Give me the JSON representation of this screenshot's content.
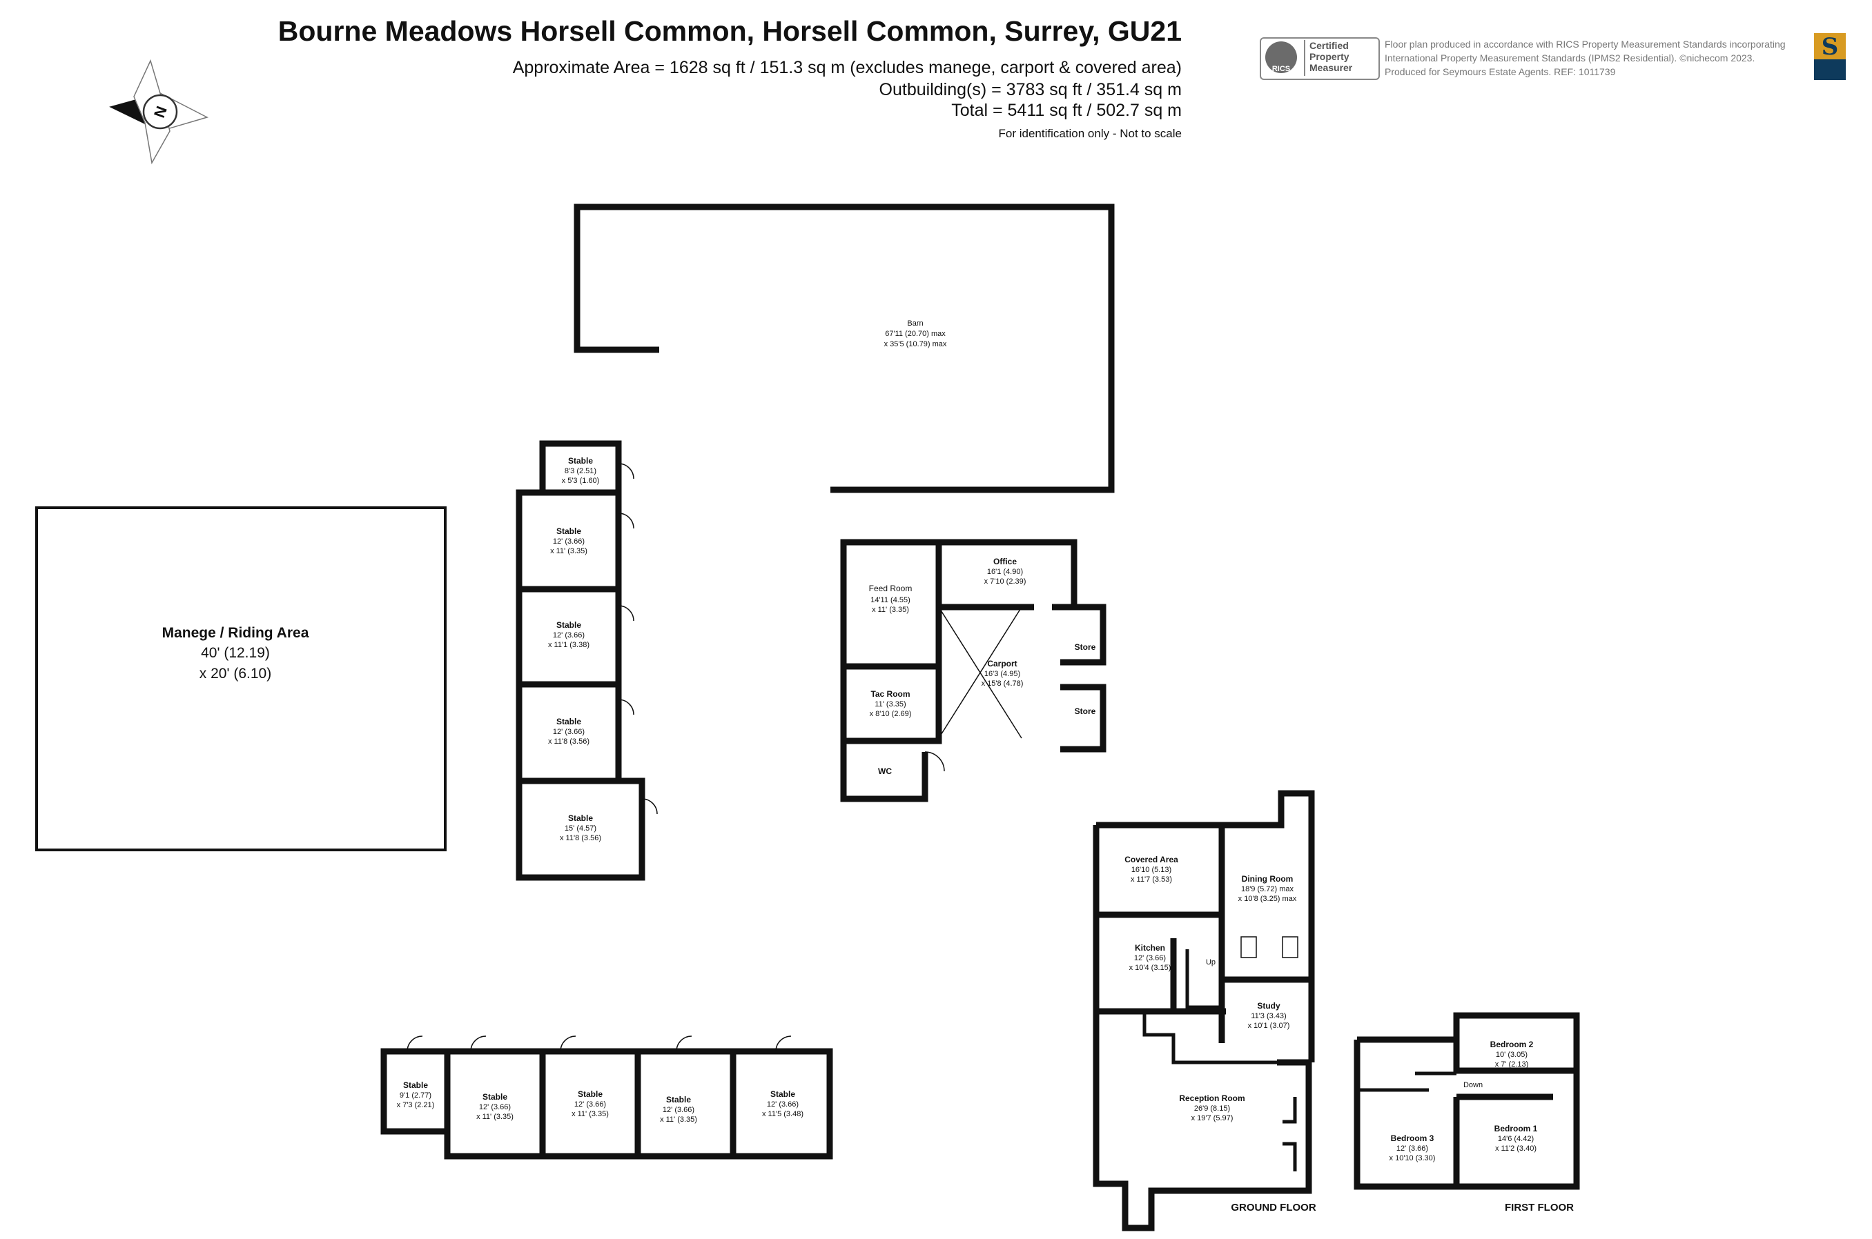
{
  "header": {
    "title": "Bourne Meadows Horsell Common, Horsell Common, Surrey, GU21",
    "area_line": "Approximate Area = 1628 sq ft / 151.3 sq m (excludes manege, carport & covered area)",
    "outbuilding_line": "Outbuilding(s) = 3783 sq ft / 351.4 sq m",
    "total_line": "Total = 5411 sq ft / 502.7 sq m",
    "note": "For identification only - Not to scale"
  },
  "badge": {
    "rics": "RICS",
    "line1": "Certified",
    "line2": "Property",
    "line3": "Measurer"
  },
  "disclaimer": {
    "line1": "Floor plan produced in accordance with RICS Property Measurement Standards incorporating",
    "line2": "International Property Measurement Standards (IPMS2 Residential). ©nichecom 2023.",
    "line3": "Produced for Seymours Estate Agents.  REF: 1011739"
  },
  "logo": {
    "letter": "S"
  },
  "compass": {
    "letter": "N"
  },
  "rooms": {
    "barn": {
      "name": "Barn",
      "d1": "67'11 (20.70) max",
      "d2": "x 35'5 (10.79) max"
    },
    "manege": {
      "name": "Manege / Riding Area",
      "d1": "40' (12.19)",
      "d2": "x 20' (6.10)"
    },
    "stable_a": {
      "name": "Stable",
      "d1": "8'3 (2.51)",
      "d2": "x 5'3 (1.60)"
    },
    "stable_b": {
      "name": "Stable",
      "d1": "12' (3.66)",
      "d2": "x 11' (3.35)"
    },
    "stable_c": {
      "name": "Stable",
      "d1": "12' (3.66)",
      "d2": "x 11'1 (3.38)"
    },
    "stable_d": {
      "name": "Stable",
      "d1": "12' (3.66)",
      "d2": "x 11'8 (3.56)"
    },
    "stable_e": {
      "name": "Stable",
      "d1": "15' (4.57)",
      "d2": "x 11'8 (3.56)"
    },
    "feed_room": {
      "name": "Feed Room",
      "d1": "14'11 (4.55)",
      "d2": "x 11' (3.35)"
    },
    "office": {
      "name": "Office",
      "d1": "16'1 (4.90)",
      "d2": "x 7'10 (2.39)"
    },
    "carport": {
      "name": "Carport",
      "d1": "16'3 (4.95)",
      "d2": "x 15'8 (4.78)"
    },
    "store1": {
      "name": "Store"
    },
    "store2": {
      "name": "Store"
    },
    "tac_room": {
      "name": "Tac Room",
      "d1": "11' (3.35)",
      "d2": "x 8'10 (2.69)"
    },
    "wc": {
      "name": "WC"
    },
    "stable_f": {
      "name": "Stable",
      "d1": "9'1 (2.77)",
      "d2": "x 7'3 (2.21)"
    },
    "stable_g": {
      "name": "Stable",
      "d1": "12' (3.66)",
      "d2": "x 11' (3.35)"
    },
    "stable_h": {
      "name": "Stable",
      "d1": "12' (3.66)",
      "d2": "x 11' (3.35)"
    },
    "stable_i": {
      "name": "Stable",
      "d1": "12' (3.66)",
      "d2": "x 11' (3.35)"
    },
    "stable_j": {
      "name": "Stable",
      "d1": "12' (3.66)",
      "d2": "x 11'5 (3.48)"
    },
    "covered_area": {
      "name": "Covered Area",
      "d1": "16'10 (5.13)",
      "d2": "x 11'7 (3.53)"
    },
    "dining_room": {
      "name": "Dining Room",
      "d1": "18'9 (5.72) max",
      "d2": "x 10'8 (3.25) max"
    },
    "kitchen": {
      "name": "Kitchen",
      "d1": "12' (3.66)",
      "d2": "x 10'4 (3.15)"
    },
    "study": {
      "name": "Study",
      "d1": "11'3 (3.43)",
      "d2": "x 10'1 (3.07)"
    },
    "reception_room": {
      "name": "Reception Room",
      "d1": "26'9 (8.15)",
      "d2": "x 19'7 (5.97)"
    },
    "bedroom2": {
      "name": "Bedroom 2",
      "d1": "10' (3.05)",
      "d2": "x 7' (2.13)"
    },
    "bedroom3": {
      "name": "Bedroom 3",
      "d1": "12' (3.66)",
      "d2": "x 10'10 (3.30)"
    },
    "bedroom1": {
      "name": "Bedroom 1",
      "d1": "14'6 (4.42)",
      "d2": "x 11'2 (3.40)"
    }
  },
  "markers": {
    "up": "Up",
    "down": "Down"
  },
  "floors": {
    "ground": "GROUND FLOOR",
    "first": "FIRST FLOOR"
  }
}
